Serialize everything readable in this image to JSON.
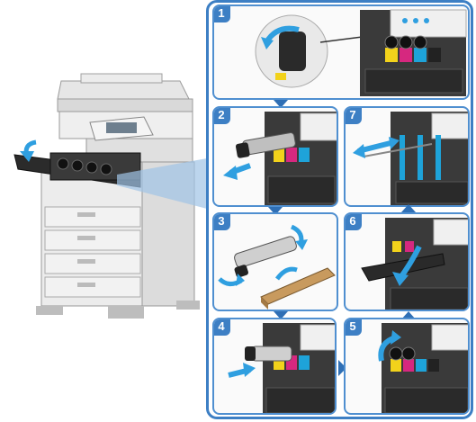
{
  "steps": [
    {
      "number": "1"
    },
    {
      "number": "2"
    },
    {
      "number": "3"
    },
    {
      "number": "4"
    },
    {
      "number": "5"
    },
    {
      "number": "6"
    },
    {
      "number": "7"
    }
  ],
  "colors": {
    "frame": "#3d7fc4",
    "arrow": "#2f9fe0",
    "connector": "#2f6fb5",
    "toner_yellow": "#f2d21b",
    "toner_magenta": "#d6287f",
    "toner_cyan": "#1ea3d9",
    "toner_black": "#222222"
  }
}
